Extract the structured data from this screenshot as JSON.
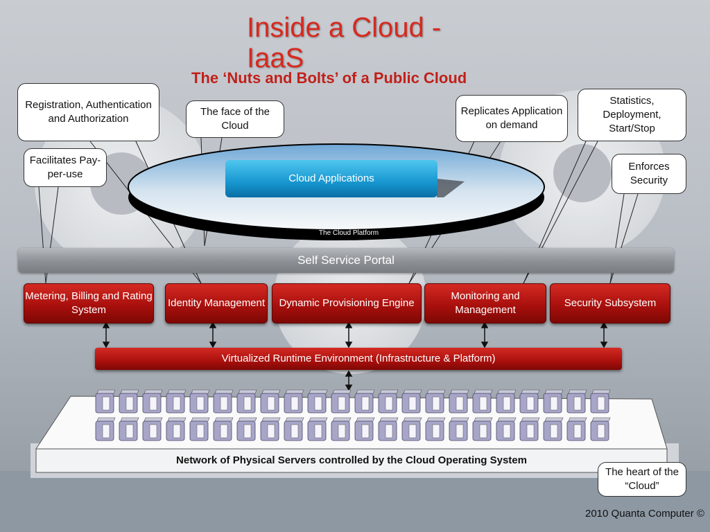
{
  "title": "Inside a Cloud - IaaS",
  "subtitle": "The ‘Nuts and Bolts’ of a Public Cloud",
  "callouts": {
    "registration": "Registration, Authentication and Authorization",
    "face": "The face of the Cloud",
    "facilitates": "Facilitates Pay-per-use",
    "replicates": "Replicates Application on demand",
    "statistics": "Statistics, Deployment, Start/Stop",
    "enforces": "Enforces Security",
    "heart": "The heart of the “Cloud”"
  },
  "cloud": {
    "apps": "Cloud Applications",
    "platform": "The Cloud Platform"
  },
  "portal": "Self Service Portal",
  "components": [
    "Metering, Billing and Rating System",
    "Identity Management",
    "Dynamic Provisioning Engine",
    "Monitoring and Management",
    "Security Subsystem"
  ],
  "runtime": "Virtualized Runtime Environment (Infrastructure & Platform)",
  "servers_label": "Network of Physical Servers controlled by the Cloud Operating System",
  "footer": "2010 Quanta Computer ©",
  "colors": {
    "title": "#d8291e",
    "component_red": "#a9100d",
    "cloud_blue": "#1796cf",
    "portal_gray": "#8c9095"
  },
  "server_icon": "server-tower-icon"
}
